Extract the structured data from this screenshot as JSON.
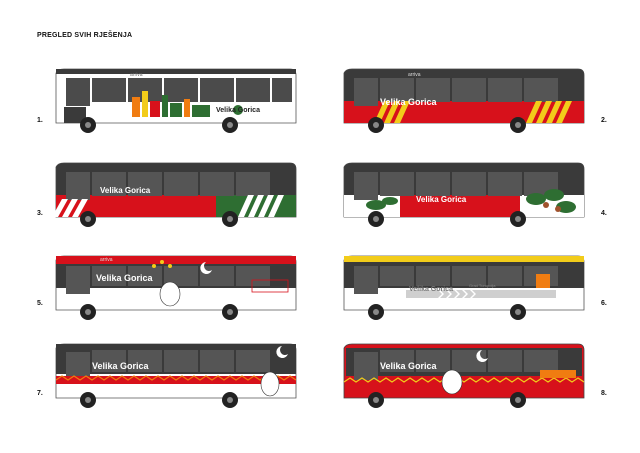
{
  "page": {
    "title": "PREGLED SVIH RJEŠENJA"
  },
  "brand": {
    "operator": "arriva",
    "city": "Velika Gorica",
    "slogan": "Grad Turopolja"
  },
  "colors": {
    "red": "#d7111b",
    "green": "#2e6e32",
    "yellow": "#f2cc1a",
    "orange": "#f07c11",
    "dark": "#3a3a3a",
    "window": "#4b4b4b"
  },
  "buses": [
    {
      "number": "1.",
      "variant": "white-illustrated-skyline"
    },
    {
      "number": "2.",
      "variant": "red-lower-hazard-stripes"
    },
    {
      "number": "3.",
      "variant": "red-green-tricolor-stripes"
    },
    {
      "number": "4.",
      "variant": "red-band-oak-leaves"
    },
    {
      "number": "5.",
      "variant": "red-roof-bull-and-moon"
    },
    {
      "number": "6.",
      "variant": "yellow-roof-grey-arrows"
    },
    {
      "number": "7.",
      "variant": "red-zigzag-band-bull"
    },
    {
      "number": "8.",
      "variant": "red-frame-zigzag-bull"
    }
  ]
}
